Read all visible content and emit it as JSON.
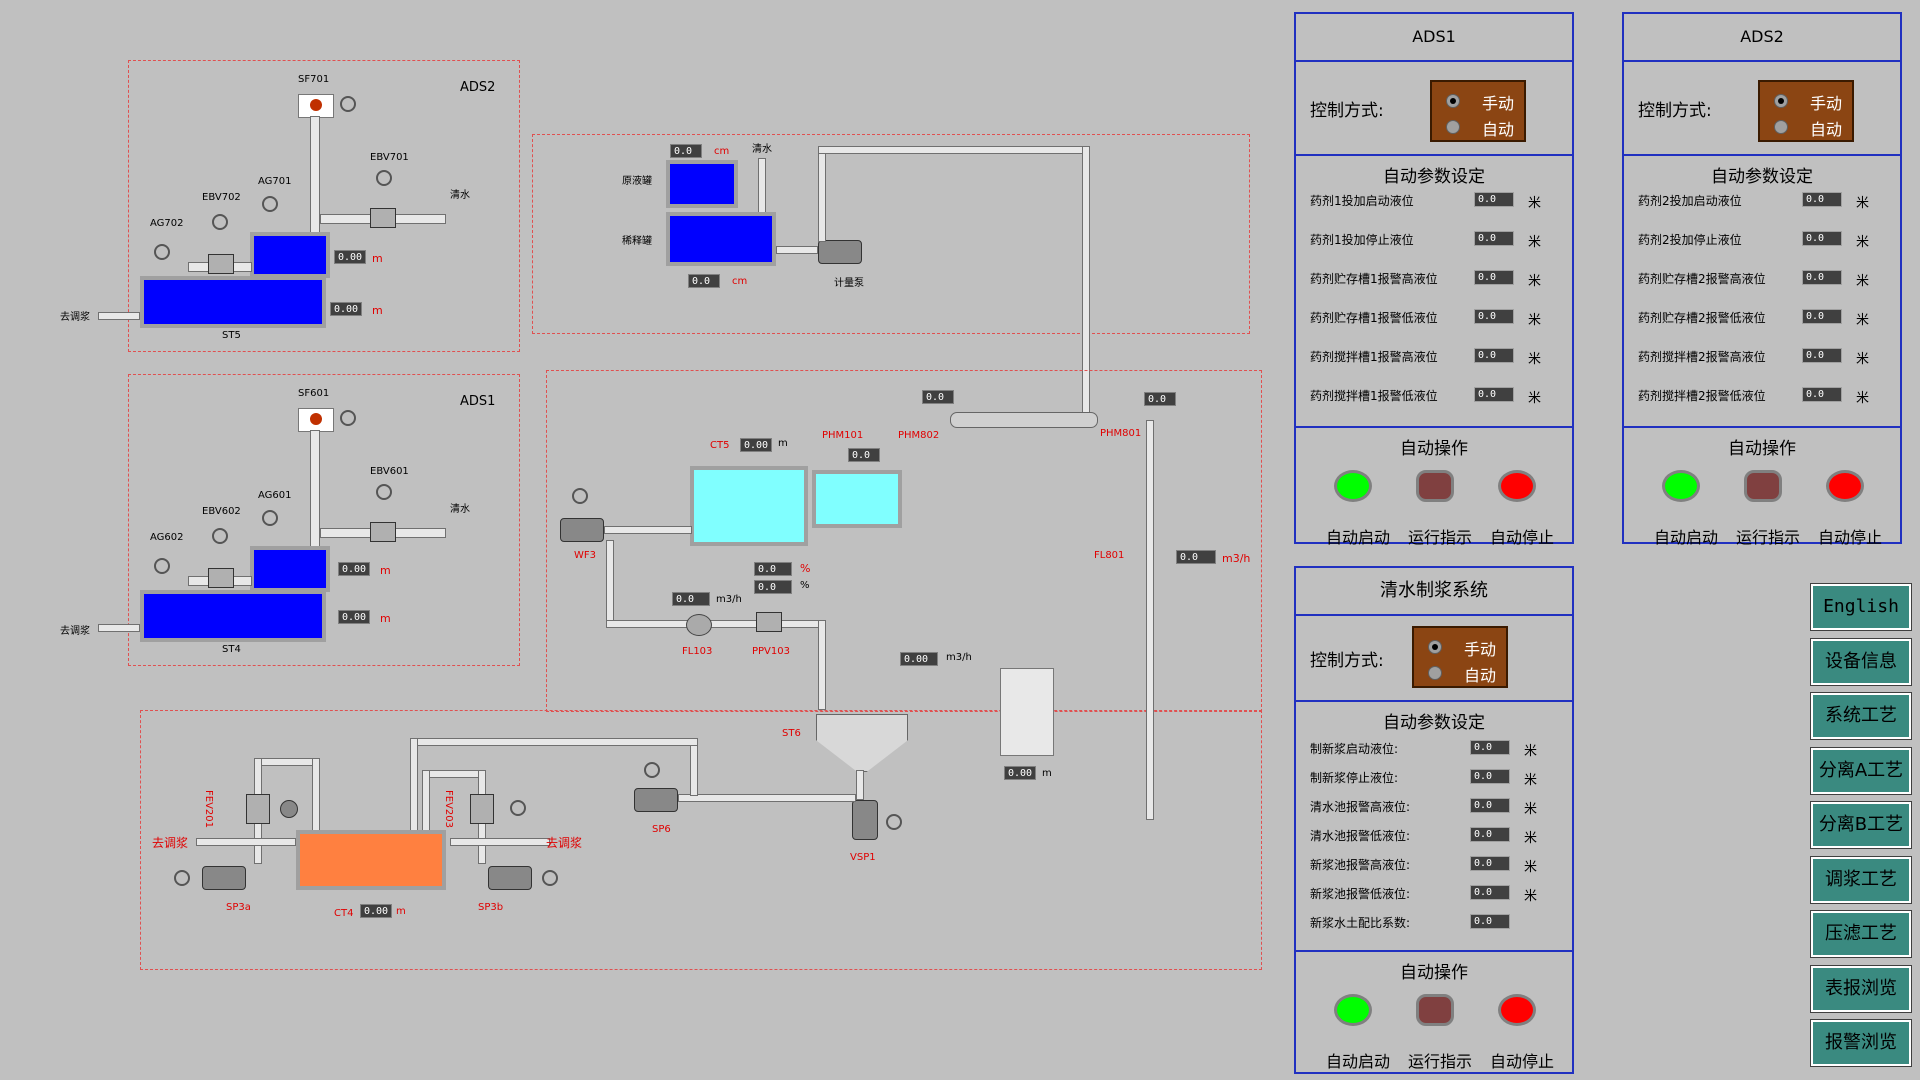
{
  "process": {
    "ads2_area_title": "ADS2",
    "ads1_area_title": "ADS1",
    "sf701": "SF701",
    "sf601": "SF601",
    "ag702": "AG702",
    "ag701": "AG701",
    "ebv702": "EBV702",
    "ebv701": "EBV701",
    "ag602": "AG602",
    "ag601": "AG601",
    "ebv602": "EBV602",
    "ebv601": "EBV601",
    "qingshui": "清水",
    "qu_tiaojiang": "去调浆",
    "st5": "ST5",
    "st4": "ST4",
    "val_000": "0.00",
    "val_00": "0.0",
    "unit_m": "m",
    "unit_cm": "cm",
    "unit_m3h": "m3/h",
    "unit_pct": "%",
    "yuanyeguan": "原液罐",
    "xishiguan": "稀释罐",
    "jiliangbeng": "计量泵",
    "ct5": "CT5",
    "phm101": "PHM101",
    "phm802": "PHM802",
    "phm801": "PHM801",
    "wf3": "WF3",
    "fl103": "FL103",
    "ppv103": "PPV103",
    "fl801": "FL801",
    "st6": "ST6",
    "sp6": "SP6",
    "vsp1": "VSP1",
    "fev201": "FEV201",
    "fev203": "FEV203",
    "sp3a": "SP3a",
    "sp3b": "SP3b",
    "ct4": "CT4"
  },
  "ads1_panel": {
    "title": "ADS1",
    "control_label": "控制方式:",
    "manual": "手动",
    "auto": "自动",
    "params_title": "自动参数设定",
    "params": [
      {
        "label": "药剂1投加启动液位",
        "value": "0.0",
        "unit": "米"
      },
      {
        "label": "药剂1投加停止液位",
        "value": "0.0",
        "unit": "米"
      },
      {
        "label": "药剂贮存槽1报警高液位",
        "value": "0.0",
        "unit": "米"
      },
      {
        "label": "药剂贮存槽1报警低液位",
        "value": "0.0",
        "unit": "米"
      },
      {
        "label": "药剂搅拌槽1报警高液位",
        "value": "0.0",
        "unit": "米"
      },
      {
        "label": "药剂搅拌槽1报警低液位",
        "value": "0.0",
        "unit": "米"
      }
    ],
    "ops_title": "自动操作",
    "start": "自动启动",
    "indicator": "运行指示",
    "stop": "自动停止"
  },
  "ads2_panel": {
    "title": "ADS2",
    "control_label": "控制方式:",
    "manual": "手动",
    "auto": "自动",
    "params_title": "自动参数设定",
    "params": [
      {
        "label": "药剂2投加启动液位",
        "value": "0.0",
        "unit": "米"
      },
      {
        "label": "药剂2投加停止液位",
        "value": "0.0",
        "unit": "米"
      },
      {
        "label": "药剂贮存槽2报警高液位",
        "value": "0.0",
        "unit": "米"
      },
      {
        "label": "药剂贮存槽2报警低液位",
        "value": "0.0",
        "unit": "米"
      },
      {
        "label": "药剂搅拌槽2报警高液位",
        "value": "0.0",
        "unit": "米"
      },
      {
        "label": "药剂搅拌槽2报警低液位",
        "value": "0.0",
        "unit": "米"
      }
    ],
    "ops_title": "自动操作",
    "start": "自动启动",
    "indicator": "运行指示",
    "stop": "自动停止"
  },
  "water_panel": {
    "title": "清水制浆系统",
    "control_label": "控制方式:",
    "manual": "手动",
    "auto": "自动",
    "params_title": "自动参数设定",
    "params": [
      {
        "label": "制新浆启动液位:",
        "value": "0.0",
        "unit": "米"
      },
      {
        "label": "制新浆停止液位:",
        "value": "0.0",
        "unit": "米"
      },
      {
        "label": "清水池报警高液位:",
        "value": "0.0",
        "unit": "米"
      },
      {
        "label": "清水池报警低液位:",
        "value": "0.0",
        "unit": "米"
      },
      {
        "label": "新浆池报警高液位:",
        "value": "0.0",
        "unit": "米"
      },
      {
        "label": "新浆池报警低液位:",
        "value": "0.0",
        "unit": "米"
      },
      {
        "label": "新浆水土配比系数:",
        "value": "0.0",
        "unit": ""
      }
    ],
    "ops_title": "自动操作",
    "start": "自动启动",
    "indicator": "运行指示",
    "stop": "自动停止"
  },
  "nav": [
    "English",
    "设备信息",
    "系统工艺",
    "分离A工艺",
    "分离B工艺",
    "调浆工艺",
    "压滤工艺",
    "表报浏览",
    "报警浏览"
  ],
  "colors": {
    "tank_blue": "#0000ff",
    "tank_cyan": "#80ffff",
    "tank_orange": "#ff8040",
    "panel_border": "#2030c0",
    "nav_bg": "#3a8a80",
    "mode_bg": "#8b4513"
  }
}
